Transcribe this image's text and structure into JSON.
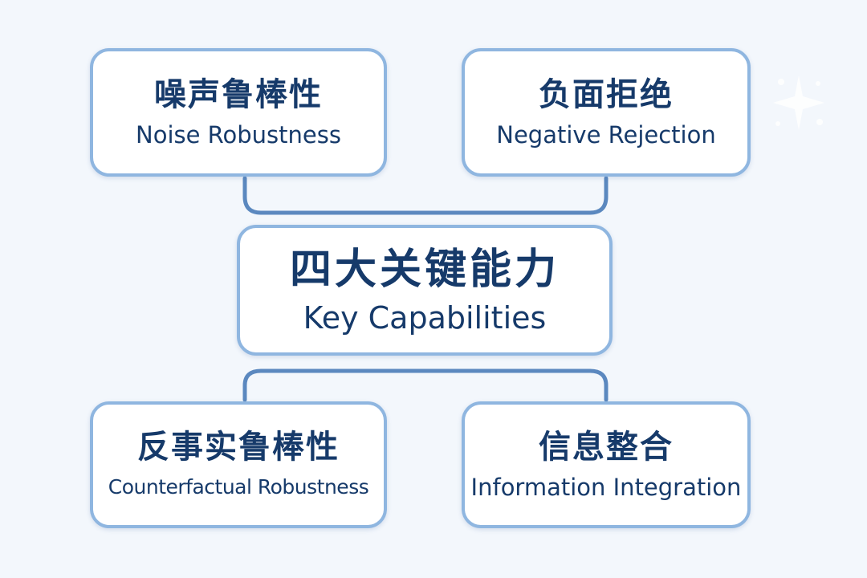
{
  "diagram": {
    "center": {
      "zh": "四大关键能力",
      "en": "Key Capabilities"
    },
    "nodes": [
      {
        "id": "noise",
        "zh": "噪声鲁棒性",
        "en": "Noise Robustness"
      },
      {
        "id": "negative",
        "zh": "负面拒绝",
        "en": "Negative Rejection"
      },
      {
        "id": "counterfactual",
        "zh": "反事实鲁棒性",
        "en": "Counterfactual Robustness"
      },
      {
        "id": "information",
        "zh": "信息整合",
        "en": "Information Integration"
      }
    ],
    "colors": {
      "background": "#f3f7fc",
      "node_border": "#8fb6e0",
      "connector": "#5b88bf",
      "text": "#163a6a"
    }
  }
}
